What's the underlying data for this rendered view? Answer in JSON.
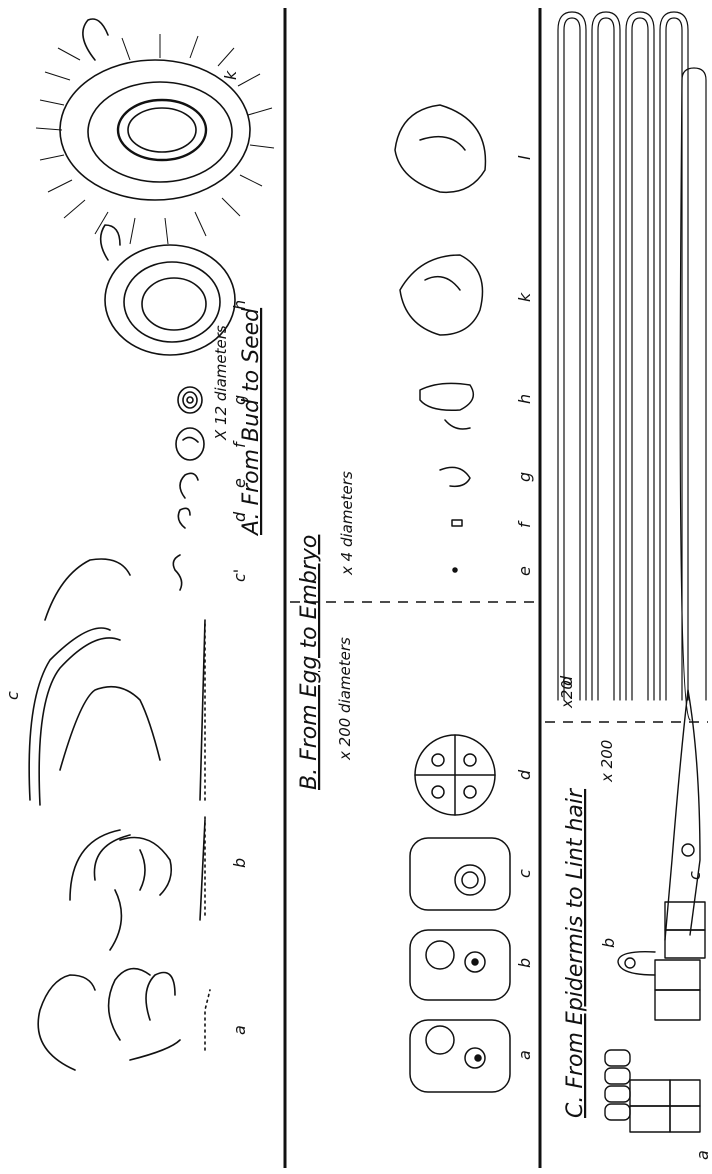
{
  "plate": {
    "sections": {
      "A": {
        "title": "A. From Bud to Seed",
        "scale": "X 12 diameters",
        "labels": [
          "a",
          "b",
          "c",
          "c'",
          "d",
          "e",
          "f",
          "g",
          "h",
          "k"
        ]
      },
      "B": {
        "title": "B. From Egg to Embryo",
        "scale_left": "x 200 diameters",
        "scale_right": "x 4 diameters",
        "labels": [
          "a",
          "b",
          "c",
          "d",
          "e",
          "f",
          "g",
          "h",
          "k",
          "l"
        ]
      },
      "C": {
        "title": "C. From Epidermis to Lint hair",
        "scale": "x 200",
        "labels": [
          "a",
          "b",
          "c",
          "d"
        ],
        "scale_d": "x20"
      }
    }
  }
}
